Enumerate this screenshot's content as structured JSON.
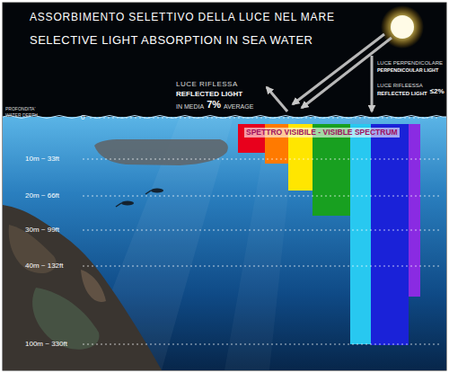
{
  "diagram": {
    "title": "ASSORBIMENTO SELETTIVO DELLA LUCE NEL MARE",
    "labels": [
      "SELECTIVE LIGHT ABSORPTION IN SEA WATER",
      "LUCE RIFLESSA",
      "REFLECTED LIGHT",
      "IN MEDIA",
      "7%",
      "AVERAGE",
      "LUCE PERPENDICOLARE",
      "PERPENDICOULAR LIGHT",
      "LUCE RIFLEESSA",
      "REFLECTED LIGHT",
      "≤2%",
      "PROFONDITA'",
      "WATER DEPTH",
      "0",
      "SPETTRO VISIBILE - VISIBLE SPECTRUM",
      "10m ~ 33ft",
      "20m ~ 66ft",
      "30m ~ 99ft",
      "40m ~ 132ft",
      "100m ~ 330ft"
    ]
  }
}
